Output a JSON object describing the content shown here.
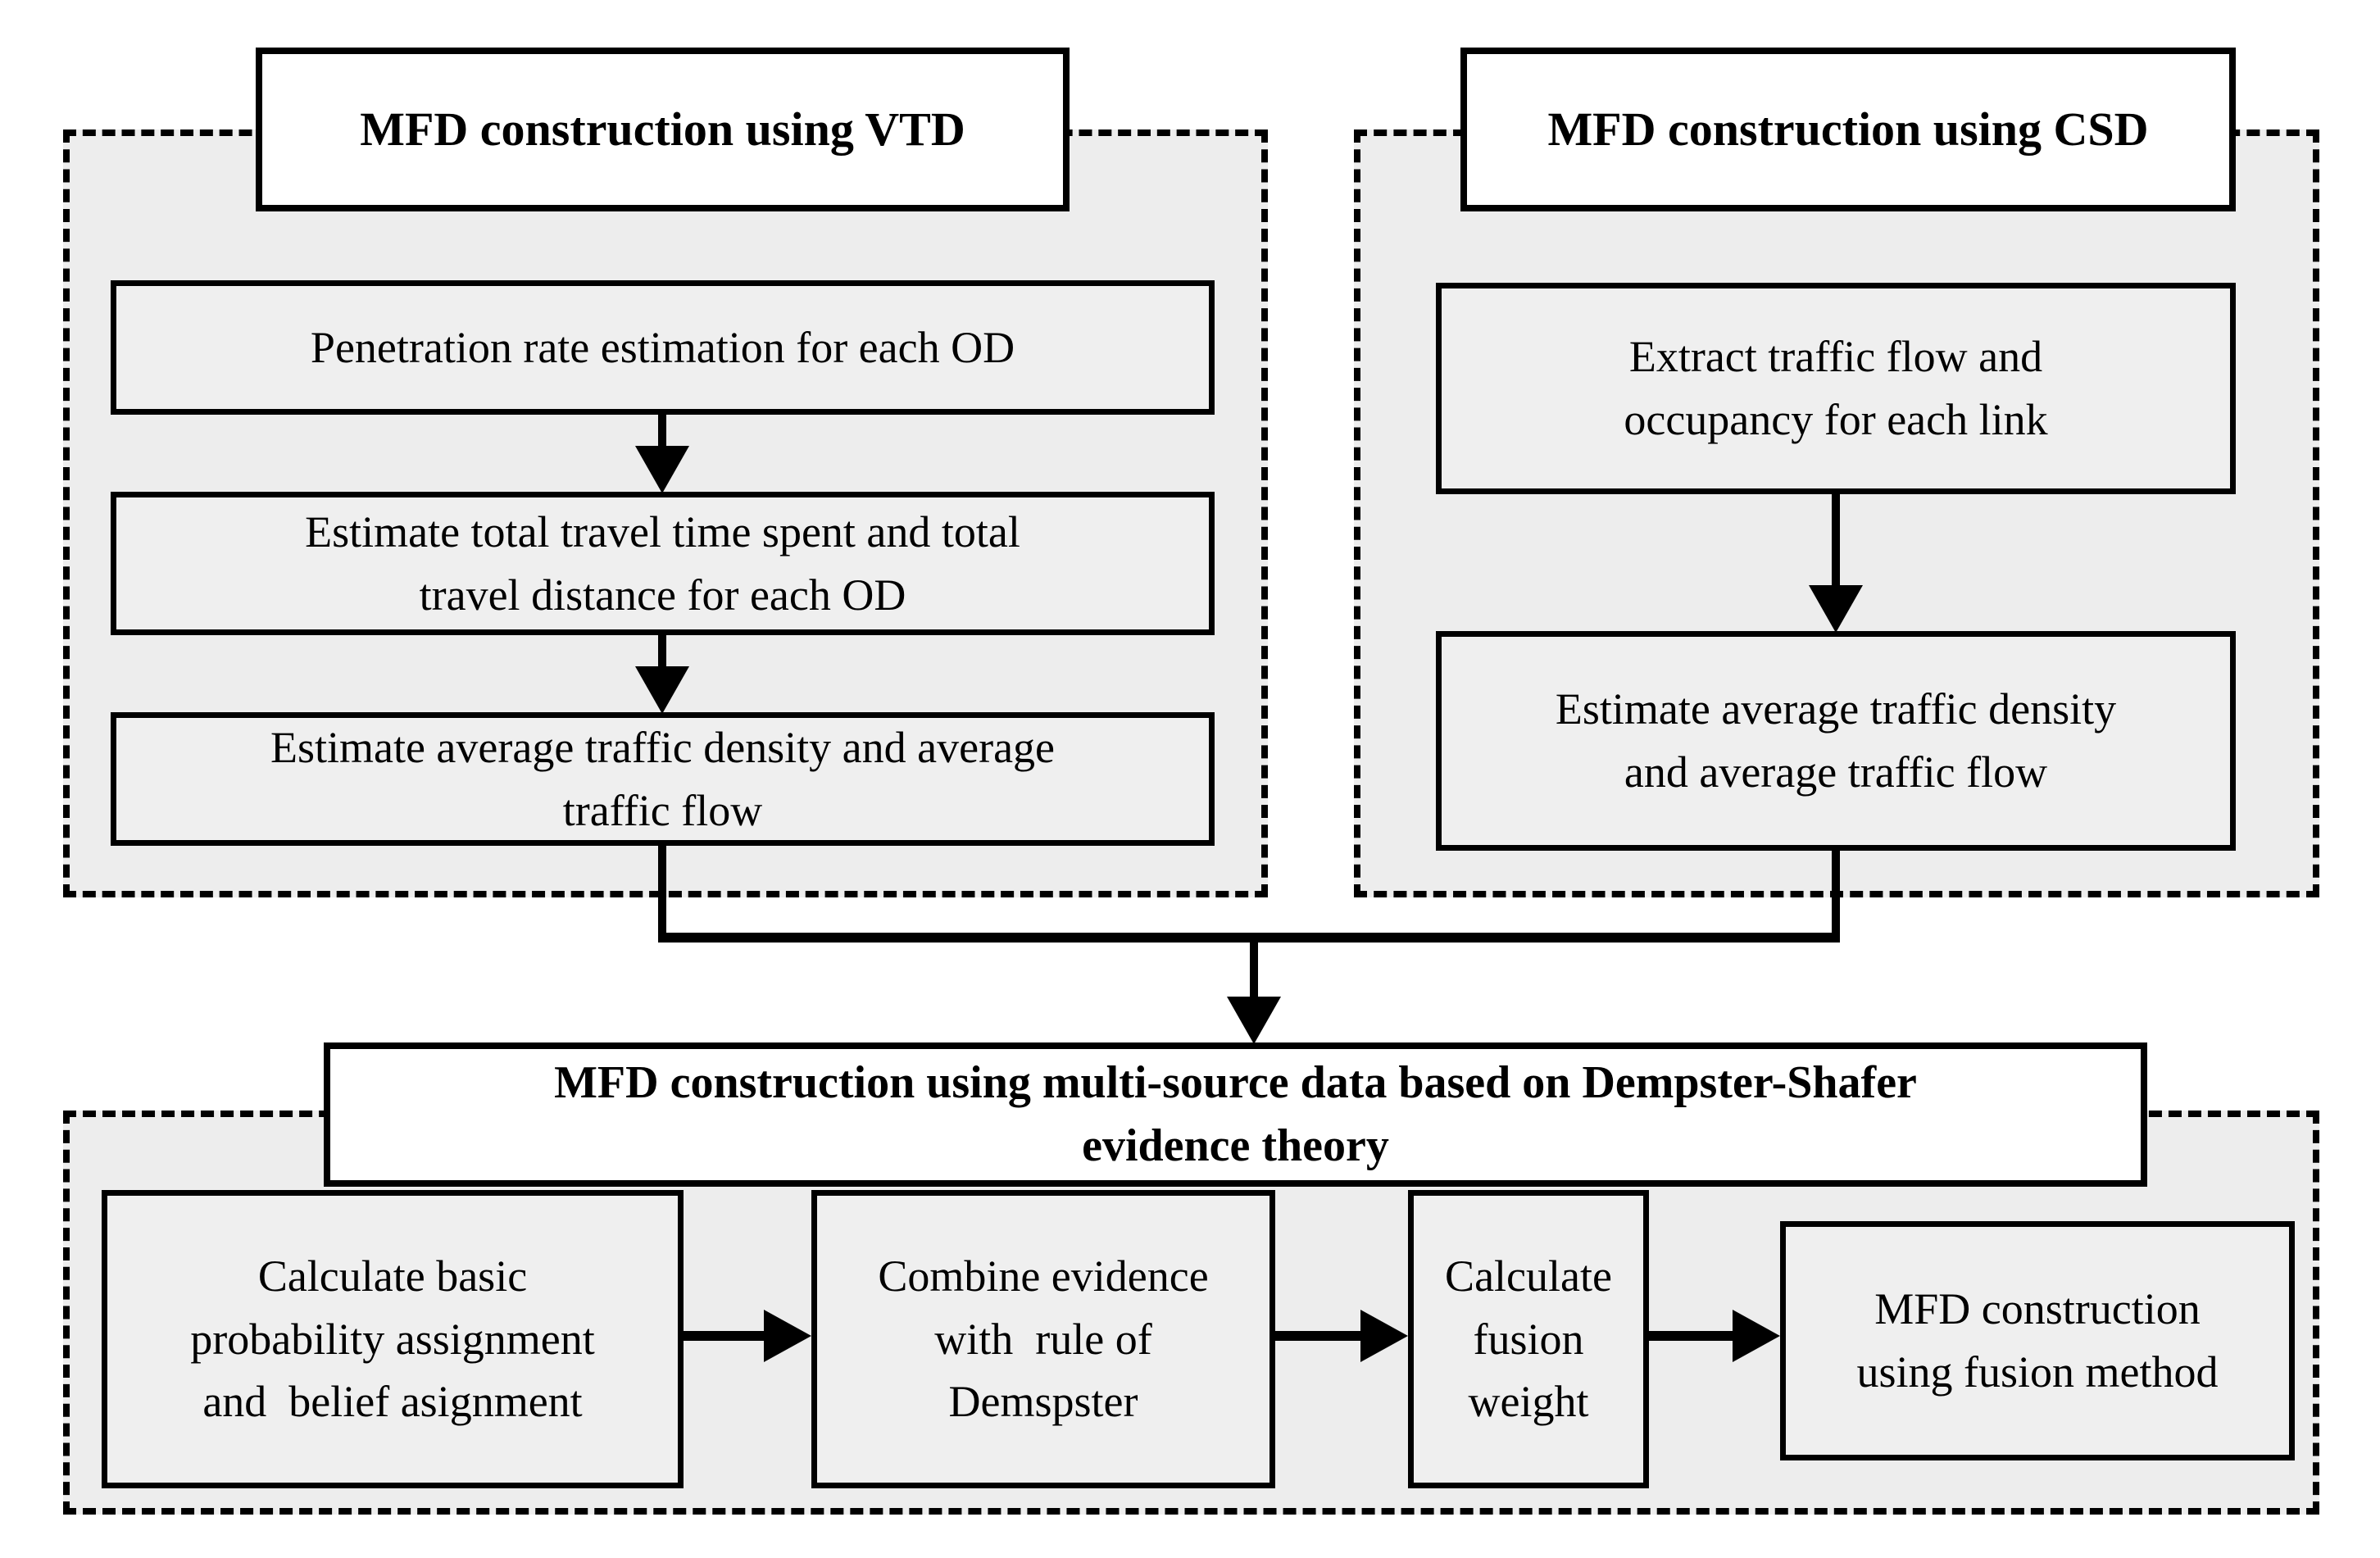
{
  "diagram": {
    "colors": {
      "background": "#ffffff",
      "panel_bg": "#ededed",
      "box_bg": "#efefef",
      "line": "#000000",
      "title_bg": "#ffffff"
    },
    "vtd": {
      "title": "MFD construction using VTD",
      "steps": [
        {
          "lines": [
            "Penetration rate estimation for each OD"
          ]
        },
        {
          "lines": [
            "Estimate total travel time spent and total",
            "travel distance for each OD"
          ]
        },
        {
          "lines": [
            "Estimate average traffic density and average",
            "traffic flow"
          ]
        }
      ]
    },
    "csd": {
      "title": "MFD construction using CSD",
      "steps": [
        {
          "lines": [
            "Extract traffic flow and",
            "occupancy for each link"
          ]
        },
        {
          "lines": [
            "Estimate average traffic density",
            "and average traffic flow"
          ]
        }
      ]
    },
    "fusion": {
      "title_lines": [
        "MFD construction using multi-source data based on Dempster-Shafer",
        "evidence theory"
      ],
      "steps": [
        {
          "lines": [
            "Calculate basic",
            "probability assignment",
            "and  belief asignment"
          ]
        },
        {
          "lines": [
            "Combine evidence",
            "with  rule of",
            "Demspster"
          ]
        },
        {
          "lines": [
            "Calculate",
            "fusion",
            "weight"
          ]
        },
        {
          "lines": [
            "MFD construction",
            "using fusion method"
          ]
        }
      ]
    }
  }
}
